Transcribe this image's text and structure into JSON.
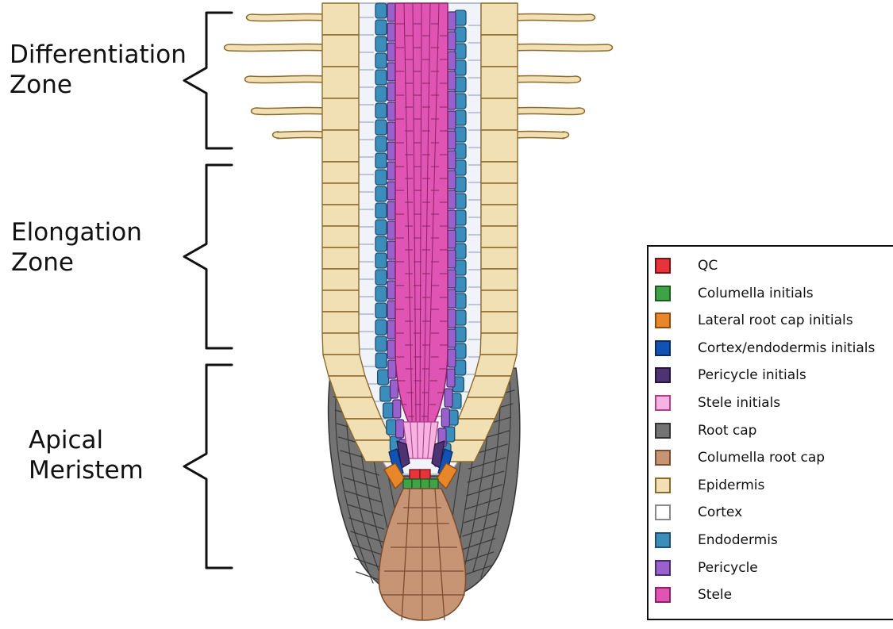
{
  "zones": [
    {
      "id": "differentiation",
      "lines": [
        "Differentiation",
        "Zone"
      ]
    },
    {
      "id": "elongation",
      "lines": [
        "Elongation",
        "Zone"
      ]
    },
    {
      "id": "meristem",
      "lines": [
        "Apical",
        "Meristem"
      ]
    }
  ],
  "legend": [
    {
      "label": "QC",
      "fill": "#e8333a",
      "stroke": "#7a1216"
    },
    {
      "label": "Columella initials",
      "fill": "#3ea344",
      "stroke": "#1d5a20"
    },
    {
      "label": "Lateral root cap initials",
      "fill": "#e8862a",
      "stroke": "#8a4a10"
    },
    {
      "label": "Cortex/endodermis initials",
      "fill": "#1152b5",
      "stroke": "#0a2a66"
    },
    {
      "label": "Pericycle initials",
      "fill": "#4d3373",
      "stroke": "#241538"
    },
    {
      "label": "Stele initials",
      "fill": "#f6b3e2",
      "stroke": "#b0408e"
    },
    {
      "label": "Root cap",
      "fill": "#737373",
      "stroke": "#333333"
    },
    {
      "label": "Columella root cap",
      "fill": "#c89574",
      "stroke": "#7a4c30"
    },
    {
      "label": "Epidermis",
      "fill": "#f2e0b5",
      "stroke": "#8c6a2c"
    },
    {
      "label": "Cortex",
      "fill": "#ffffff",
      "stroke": "#888888"
    },
    {
      "label": "Endodermis",
      "fill": "#3b8dbb",
      "stroke": "#1c4f70"
    },
    {
      "label": "Pericycle",
      "fill": "#9861cc",
      "stroke": "#4a2a70"
    },
    {
      "label": "Stele",
      "fill": "#e055b3",
      "stroke": "#8a2266"
    }
  ],
  "colors": {
    "hair": "#f2e0b5",
    "hair_stroke": "#8c6a2c",
    "cortex_fill": "#f1f3fa",
    "cortex_stroke": "#8f9ab8",
    "bracket": "#111111"
  }
}
